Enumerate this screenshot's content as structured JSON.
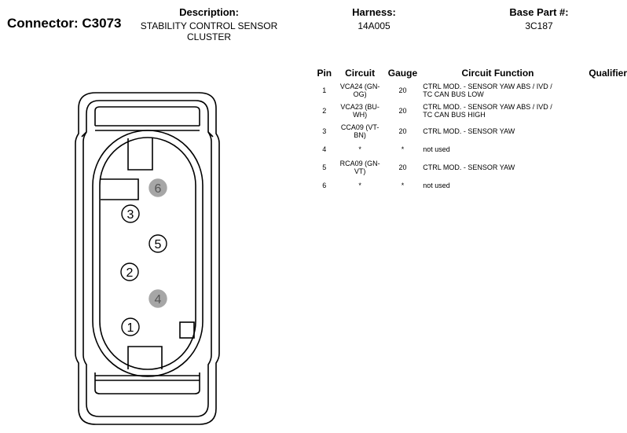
{
  "header": {
    "connector_label": "Connector: C3073",
    "description_label": "Description:",
    "description_line1": "STABILITY CONTROL SENSOR",
    "description_line2": "CLUSTER",
    "harness_label": "Harness:",
    "harness_value": "14A005",
    "base_part_label": "Base Part #:",
    "base_part_value": "3C187"
  },
  "table": {
    "headers": [
      "Pin",
      "Circuit",
      "Gauge",
      "Circuit Function",
      "Qualifier"
    ],
    "rows": [
      {
        "pin": "1",
        "circuit_l1": "VCA24 (GN-",
        "circuit_l2": "OG)",
        "gauge": "20",
        "func_l1": "CTRL MOD. - SENSOR YAW ABS / IVD /",
        "func_l2": "TC CAN BUS LOW",
        "qualifier": ""
      },
      {
        "pin": "2",
        "circuit_l1": "VCA23 (BU-",
        "circuit_l2": "WH)",
        "gauge": "20",
        "func_l1": "CTRL MOD. - SENSOR YAW ABS / IVD /",
        "func_l2": "TC CAN BUS HIGH",
        "qualifier": ""
      },
      {
        "pin": "3",
        "circuit_l1": "CCA09 (VT-",
        "circuit_l2": "BN)",
        "gauge": "20",
        "func_l1": "CTRL MOD. - SENSOR YAW",
        "func_l2": "",
        "qualifier": ""
      },
      {
        "pin": "4",
        "circuit_l1": "*",
        "circuit_l2": "",
        "gauge": "*",
        "func_l1": "not used",
        "func_l2": "",
        "qualifier": ""
      },
      {
        "pin": "5",
        "circuit_l1": "RCA09 (GN-",
        "circuit_l2": "VT)",
        "gauge": "20",
        "func_l1": "CTRL MOD. - SENSOR YAW",
        "func_l2": "",
        "qualifier": ""
      },
      {
        "pin": "6",
        "circuit_l1": "*",
        "circuit_l2": "",
        "gauge": "*",
        "func_l1": "not used",
        "func_l2": "",
        "qualifier": ""
      }
    ]
  },
  "diagram": {
    "pins": [
      {
        "label": "6",
        "used": false
      },
      {
        "label": "3",
        "used": true
      },
      {
        "label": "5",
        "used": true
      },
      {
        "label": "2",
        "used": true
      },
      {
        "label": "4",
        "used": false
      },
      {
        "label": "1",
        "used": true
      }
    ],
    "colors": {
      "used_fill": "#ffffff",
      "unused_fill": "#a6a6a6",
      "unused_text": "#555555",
      "line": "#000000"
    }
  }
}
